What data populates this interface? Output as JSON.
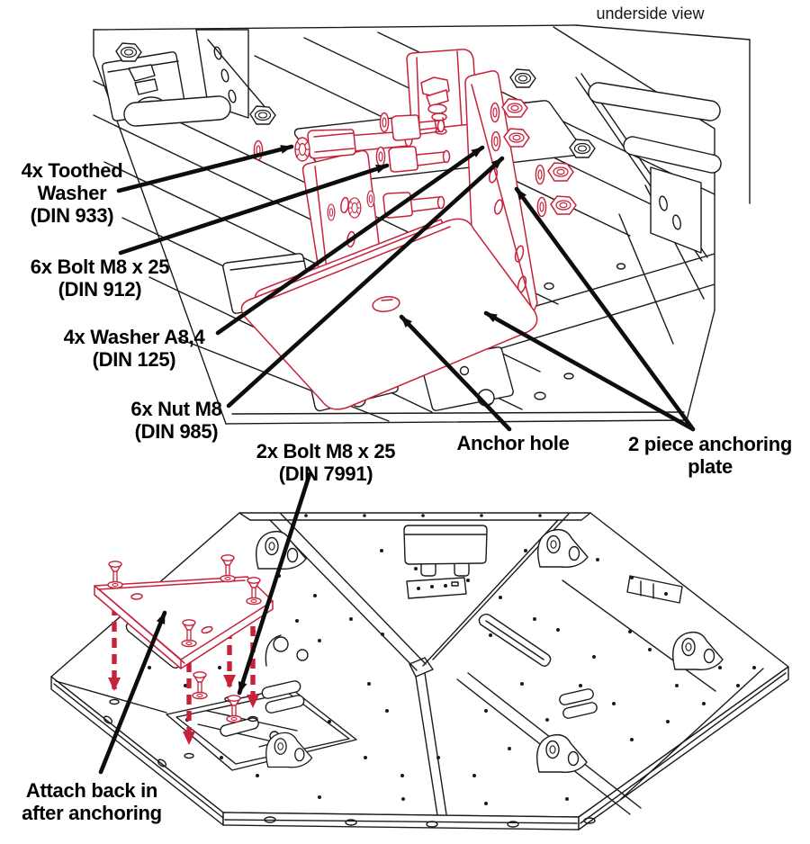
{
  "view_note": "underside view",
  "colors": {
    "line": "#1a1a1a",
    "accent_red": "#c8213a",
    "text": "#000000",
    "background": "#ffffff"
  },
  "figures": {
    "top": "underside frame with anchoring plate assembly",
    "bottom": "platform with removable plate and bolts"
  },
  "callouts": {
    "toothed_washer": "4x Toothed\nWasher\n(DIN 933)",
    "bolt_din912": "6x Bolt M8 x 25\n(DIN 912)",
    "washer_din125": "4x Washer A8,4\n(DIN 125)",
    "nut_din985": "6x Nut M8\n(DIN 985)",
    "bolt_din7991": "2x Bolt M8 x 25\n(DIN 7991)",
    "anchor_hole": "Anchor hole",
    "anchoring_plate": "2 piece anchoring\nplate",
    "attach_back": "Attach back in\nafter anchoring"
  }
}
